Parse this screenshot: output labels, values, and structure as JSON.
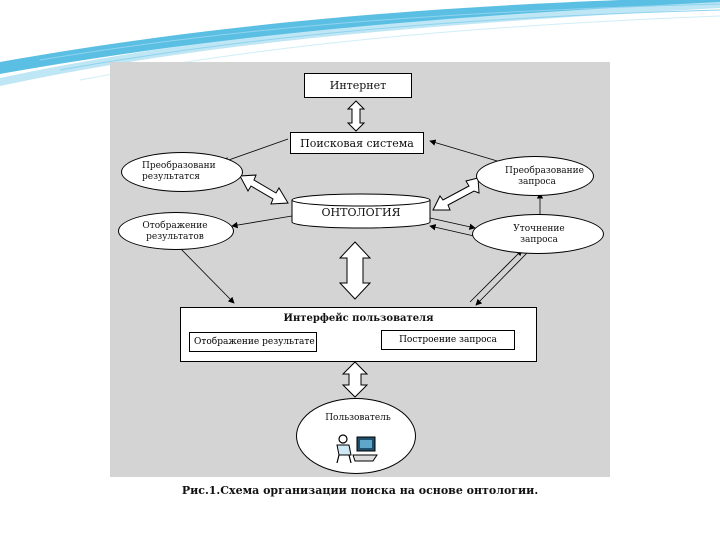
{
  "colors": {
    "panel": "#d4d4d4",
    "deco_blue": "#5bbfe4",
    "deco_light": "#bfe6f4"
  },
  "nodes": {
    "internet": "Интернет",
    "search_system": "Поисковая система",
    "results_transform": "Преобразовани результатся",
    "query_transform": "Преобразование запроса",
    "ontology": "ОНТОЛОГИЯ",
    "results_display": "Отображение результатов",
    "query_refine": "Уточнение запроса",
    "user_interface": "Интерфейс пользователя",
    "ui_results_display": "Отображение результате",
    "ui_query_build": "Построение запроса",
    "user": "Пользователь"
  },
  "icons": {
    "user": "person-at-computer-icon"
  },
  "caption": "Рис.1.Схема организации поиска на основе онтологии."
}
